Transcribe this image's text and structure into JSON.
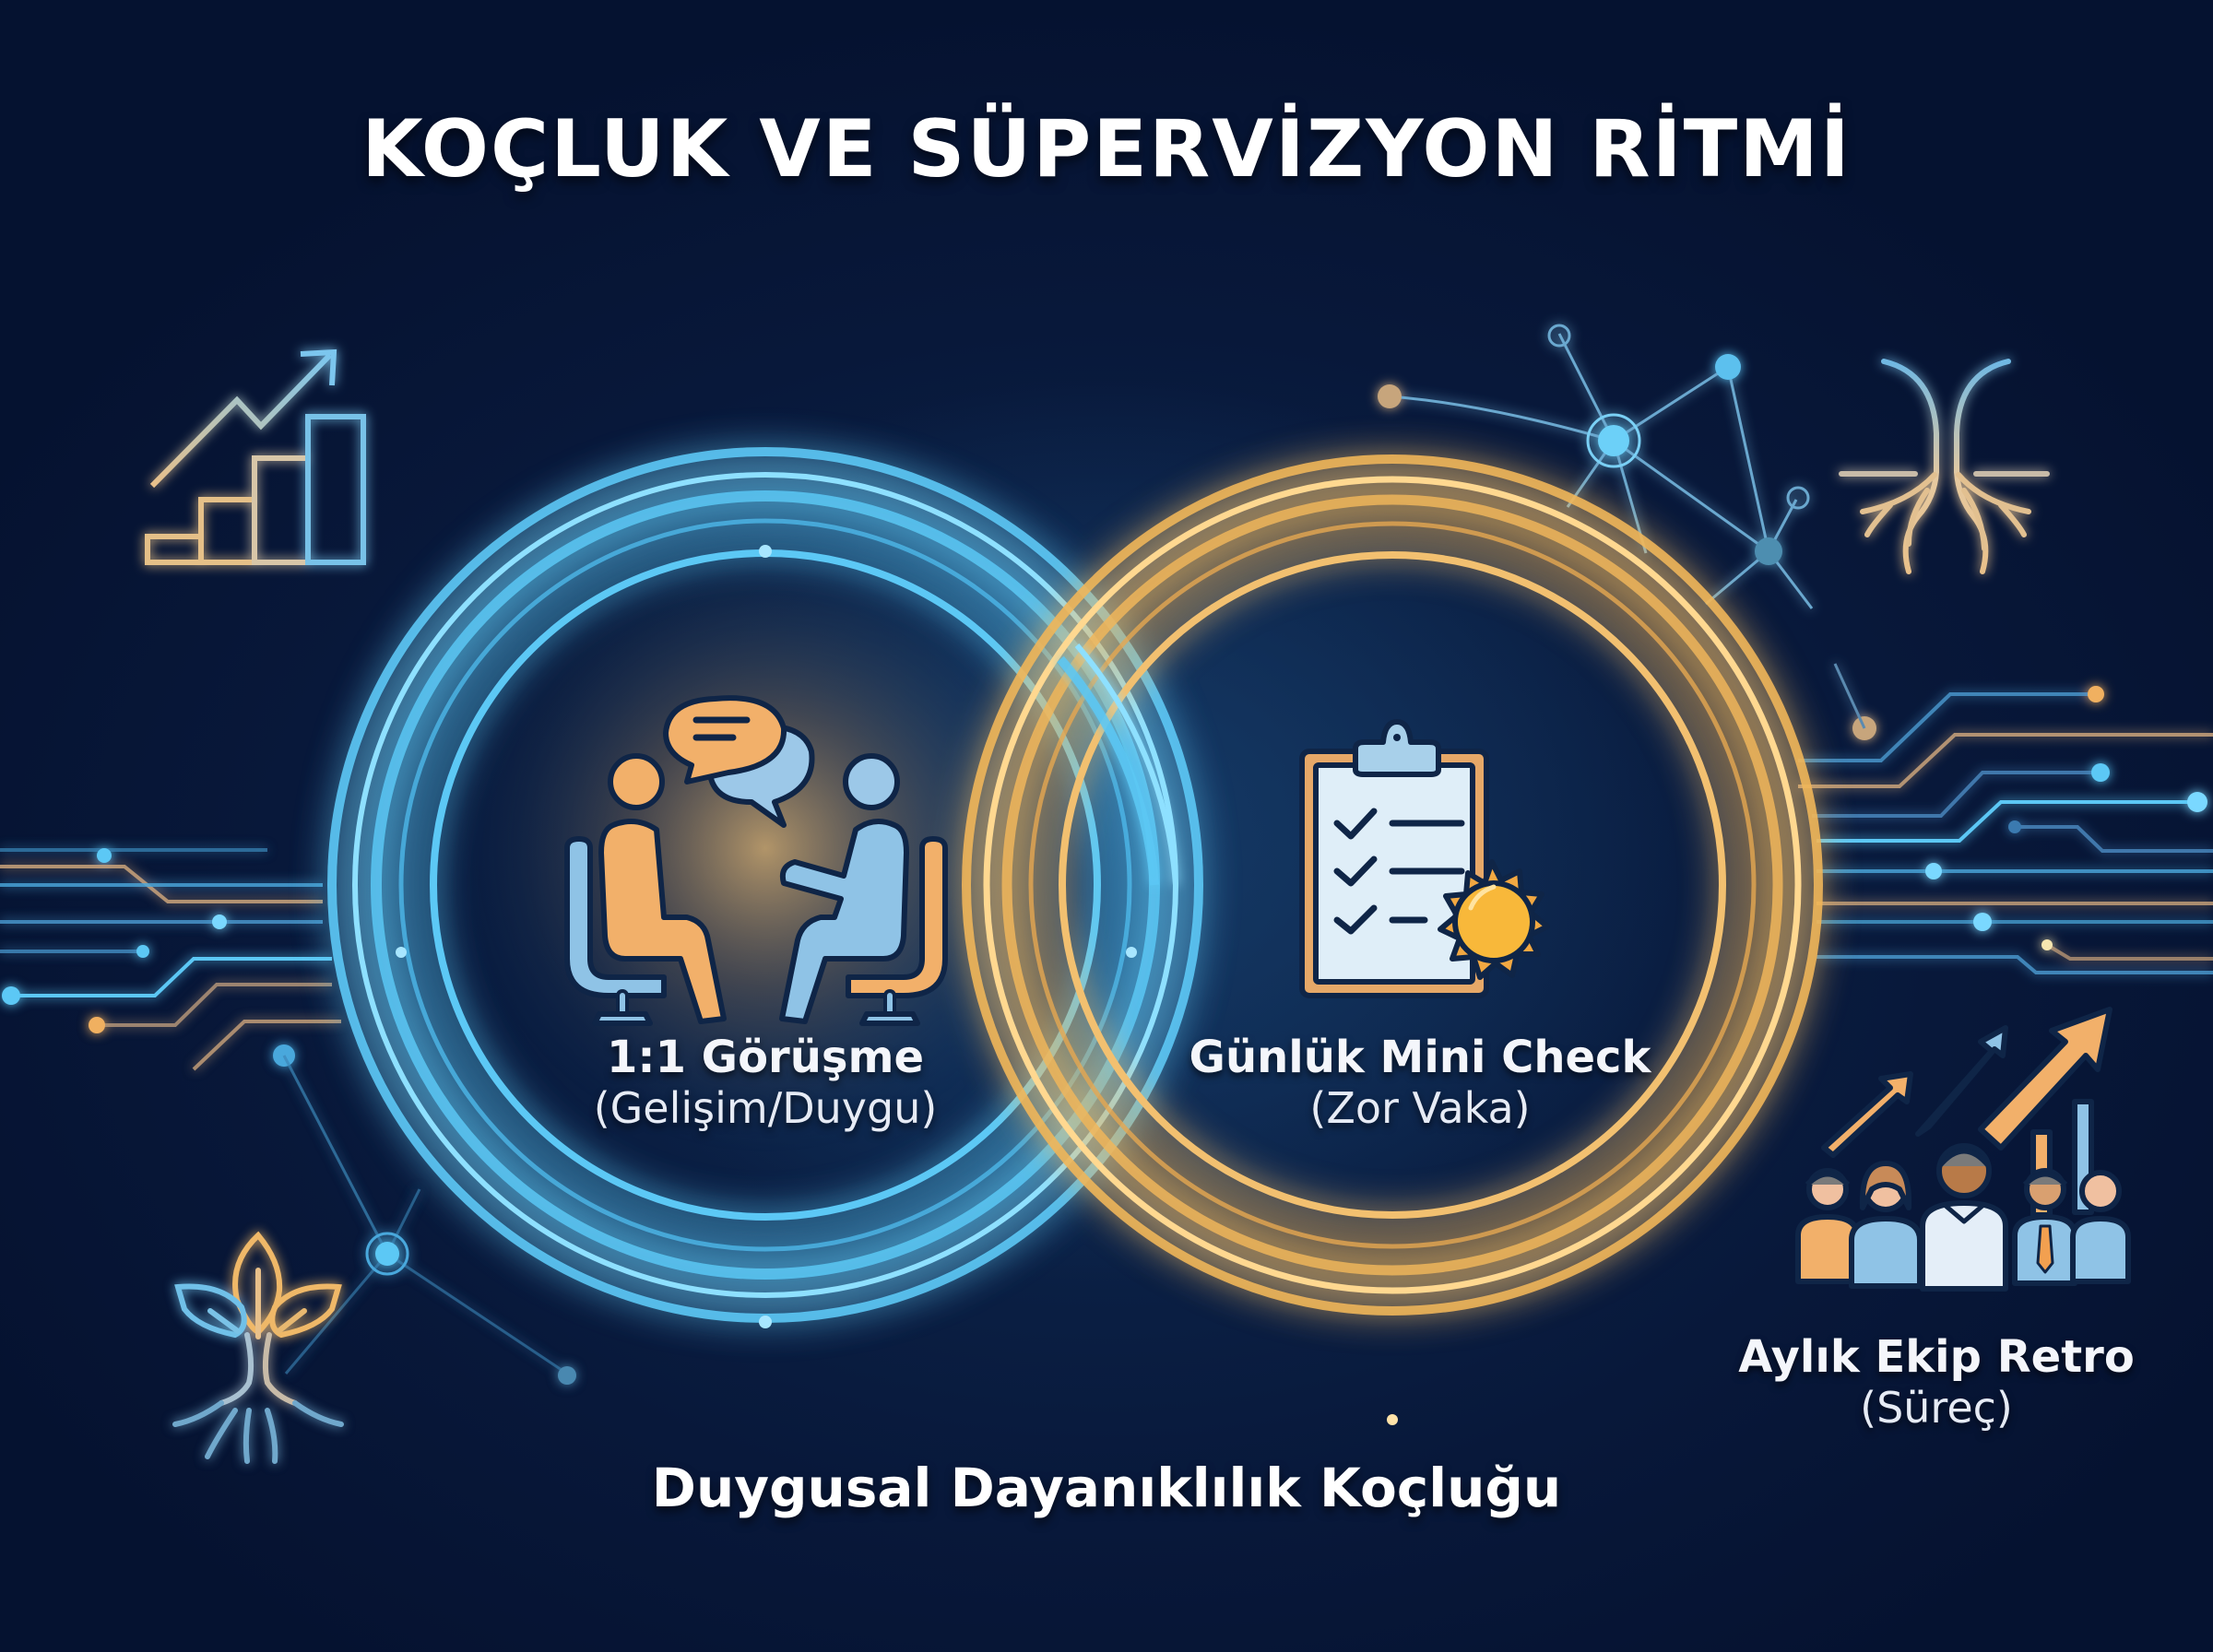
{
  "title": "KOÇLUK VE SÜPERVİZYON RİTMİ",
  "colors": {
    "background": "#0a1f45",
    "blue_accent": "#5cc8f5",
    "gold_accent": "#f0b65a",
    "icon_orange": "#f2b06a",
    "icon_blue": "#8fc3e6",
    "outline": "#0f2547"
  },
  "rings": [
    {
      "id": "blue-ring",
      "color": "blue",
      "icon": "two-people-talking-icon",
      "label": "1:1 Görüşme",
      "sublabel": "(Gelişim/Duygu)"
    },
    {
      "id": "gold-ring",
      "color": "gold",
      "icon": "clipboard-checklist-sun-icon",
      "label": "Günlük Mini Check",
      "sublabel": "(Zor Vaka)"
    }
  ],
  "side_item": {
    "icon": "team-growth-arrows-icon",
    "label": "Aylık Ekip Retro",
    "sublabel": "(Süreç)"
  },
  "decorations": [
    "growth-bar-chart-icon",
    "roots-icon",
    "sprout-with-roots-icon",
    "network-nodes-graphic",
    "circuit-lines-left",
    "circuit-lines-right"
  ],
  "footer": "Duygusal Dayanıklılık Koçluğu"
}
